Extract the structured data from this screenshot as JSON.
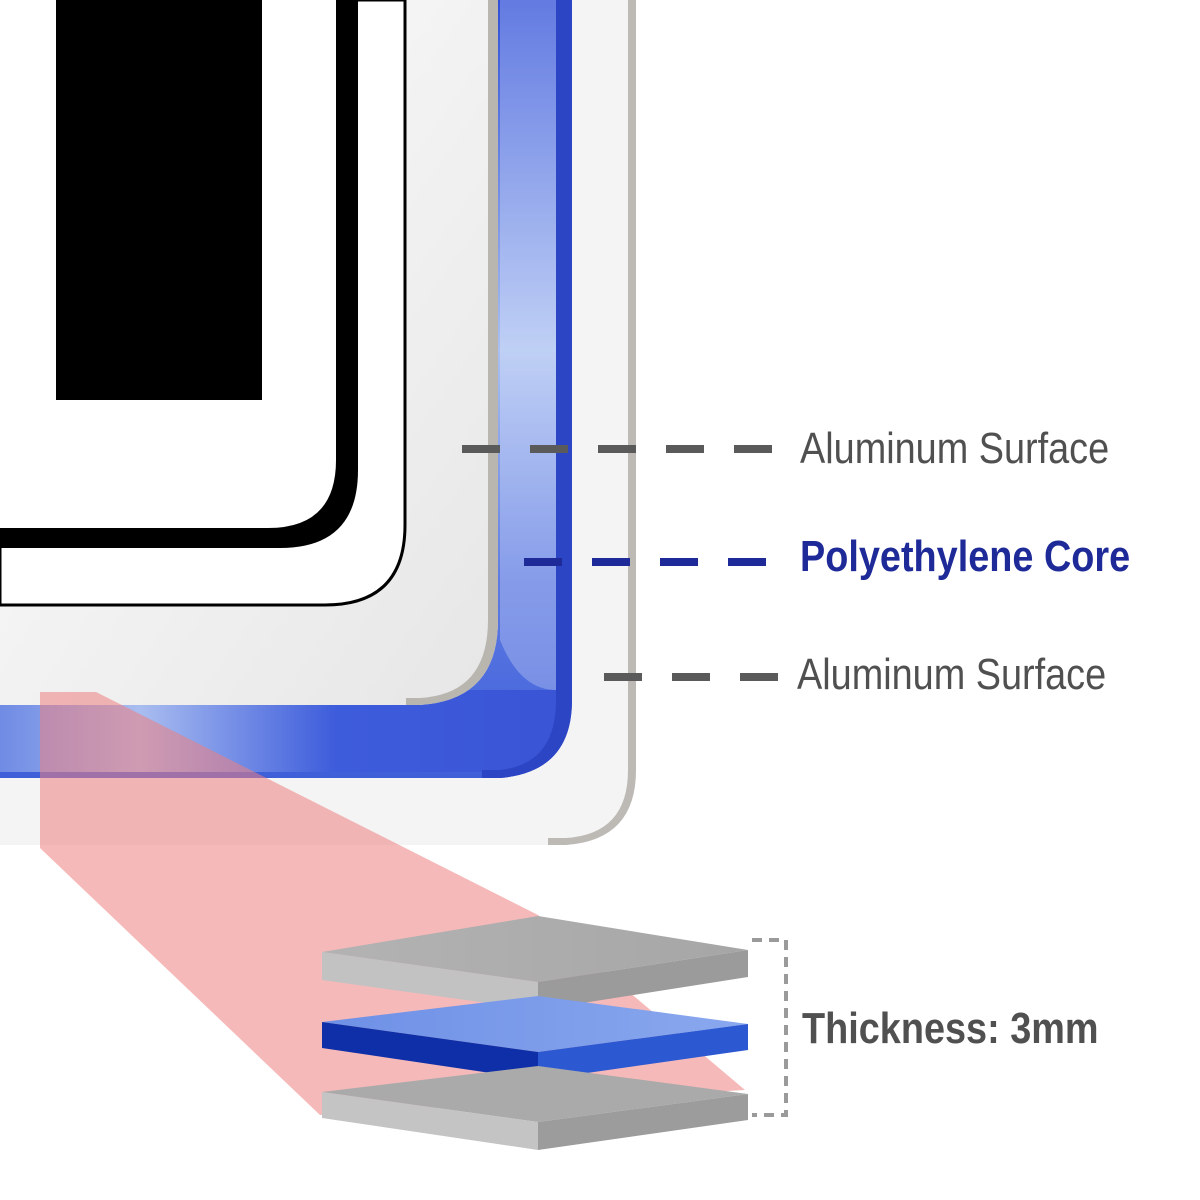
{
  "labels": {
    "aluminum_surface_top": "Aluminum Surface",
    "polyethylene_core": "Polyethylene Core",
    "aluminum_surface_bottom": "Aluminum Surface",
    "thickness": "Thickness: 3mm"
  },
  "colors": {
    "aluminum_label": "#505050",
    "core_label": "#1f2a99",
    "aluminum_layer": "#a9a9a9",
    "core_layer": "#3a55d6",
    "highlight": "#f08080",
    "sign_border": "#000000"
  }
}
